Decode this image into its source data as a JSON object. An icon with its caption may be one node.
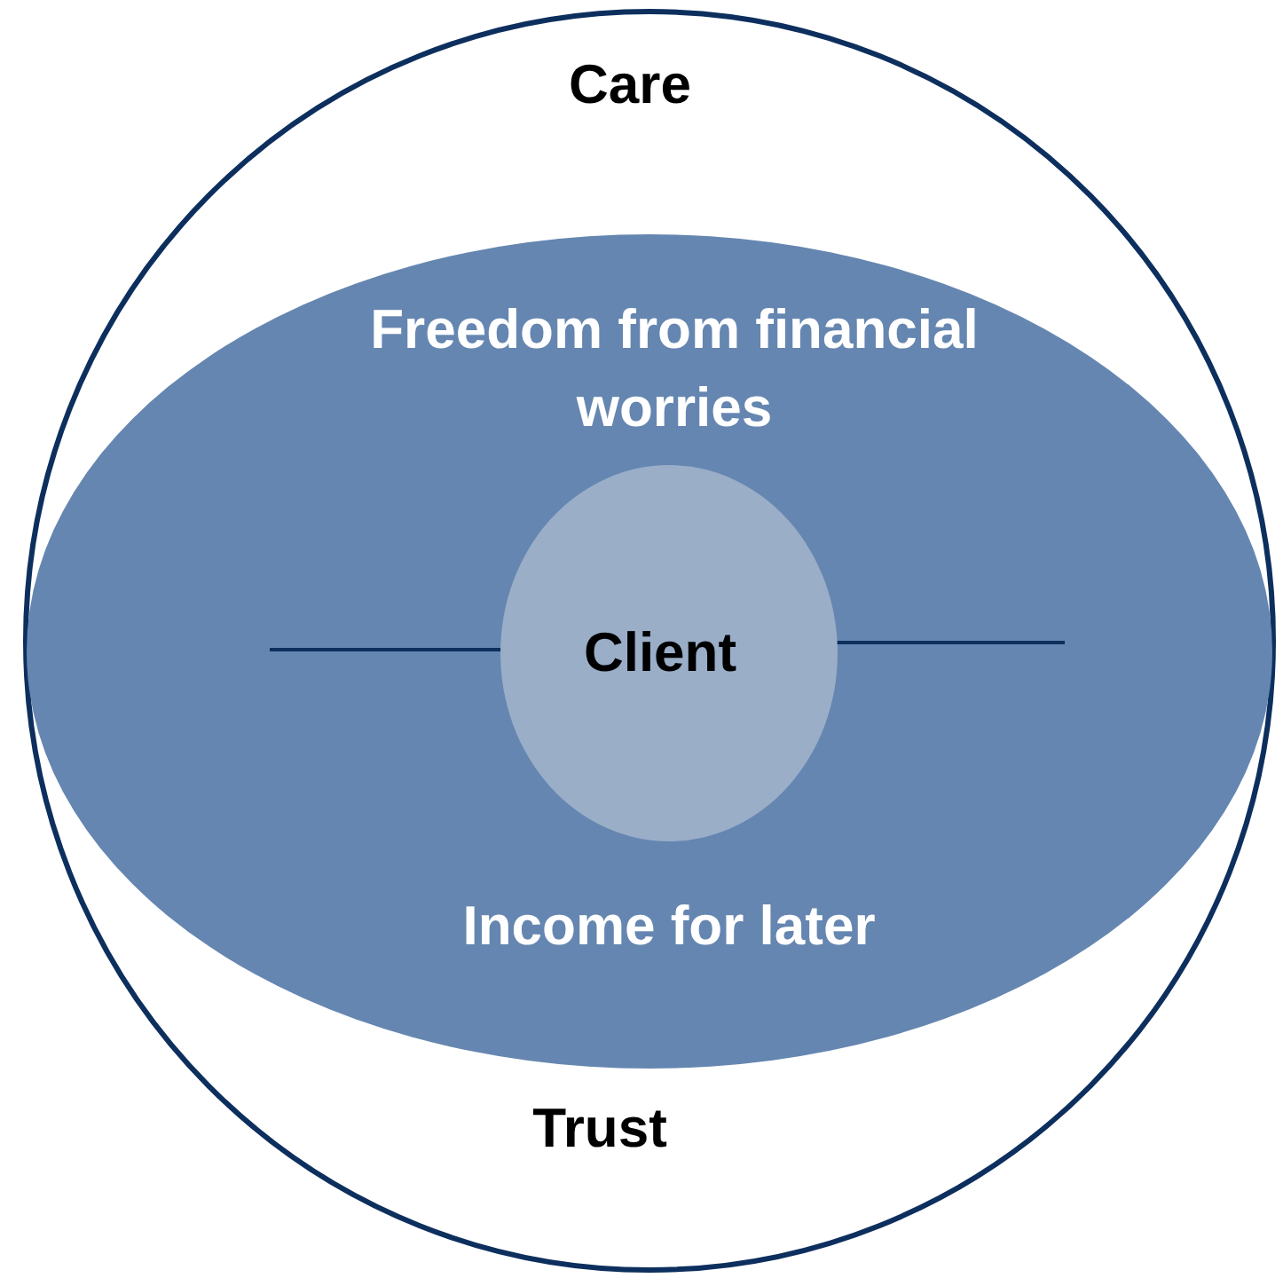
{
  "diagram": {
    "nodes": [
      {
        "text": [
          "Care",
          "Trust"
        ]
      },
      {
        "text": [
          "Freedom from  financial worries",
          "Income for later"
        ],
        "in": 0
      },
      {
        "text": [
          "Client"
        ],
        "in": 1
      }
    ],
    "edges": [
      {
        "from": 2,
        "to": null,
        "arrow": "none"
      },
      {
        "from": 2,
        "to": null,
        "arrow": "none"
      }
    ]
  }
}
